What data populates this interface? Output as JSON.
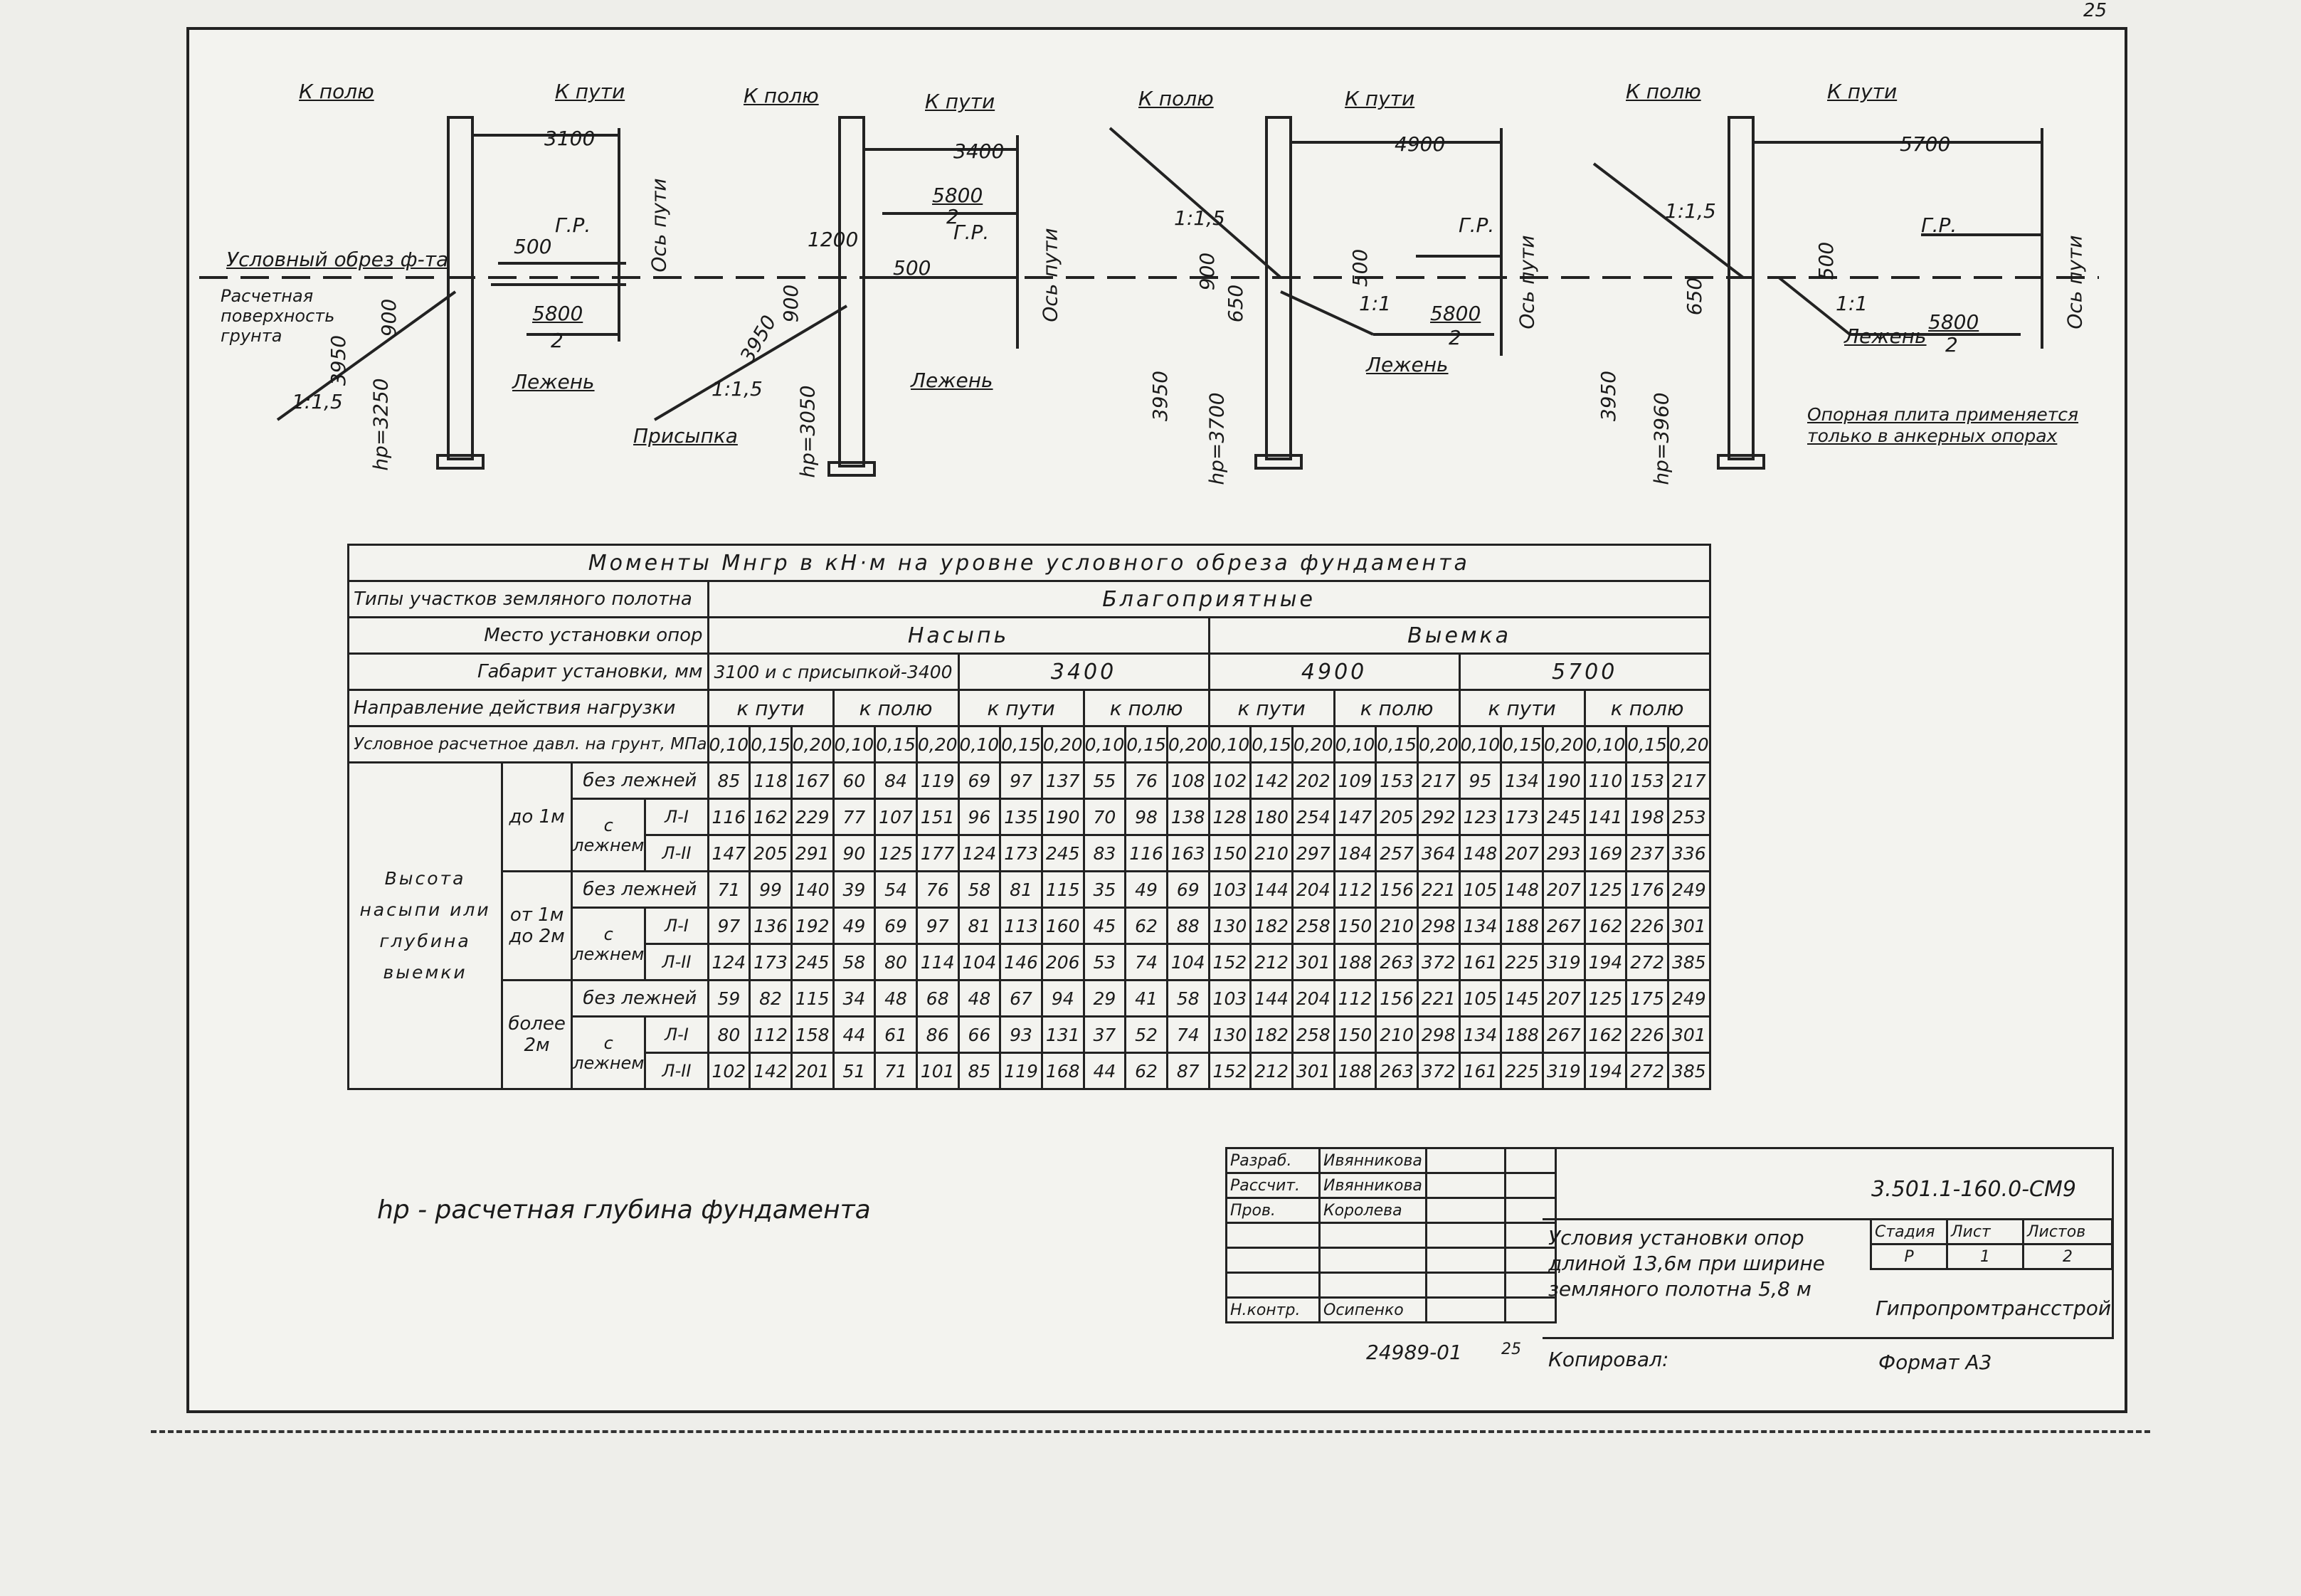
{
  "sheet_number": "25",
  "diagram": {
    "d1": {
      "to_field": "К полю",
      "to_track": "К пути",
      "gabarit": "3100",
      "cut_label": "Условный обрез ф-та",
      "gr": "Г.Р.",
      "dim500": "500",
      "surface_label": "Расчетная поверхность грунта",
      "half_width": "5800",
      "two": "2",
      "axis": "Ось пути",
      "sleeper": "Лежень",
      "slope": "1:1,5",
      "depth": "3950",
      "hp": "hp=3250",
      "dim900": "900"
    },
    "d2": {
      "to_field": "К полю",
      "to_track": "К пути",
      "gabarit": "3400",
      "half_width": "5800",
      "two": "2",
      "dim1200": "1200",
      "gr": "Г.Р.",
      "dim500": "500",
      "depth": "3950",
      "dim900": "900",
      "slope": "1:1,5",
      "hp": "hp=3050",
      "addon": "Присыпка",
      "sleeper": "Лежень",
      "axis": "Ось пути"
    },
    "d3": {
      "to_field": "К полю",
      "to_track": "К пути",
      "gabarit": "4900",
      "slope": "1:1,5",
      "gr": "Г.Р.",
      "dim500": "500",
      "dim900": "900",
      "dim650": "650",
      "cutslope": "1:1",
      "half_width": "5800",
      "two": "2",
      "sleeper": "Лежень",
      "depth": "3950",
      "hp": "hp=3700",
      "axis": "Ось пути"
    },
    "d4": {
      "to_field": "К полю",
      "to_track": "К пути",
      "gabarit": "5700",
      "slope": "1:1,5",
      "gr": "Г.Р.",
      "dim500": "500",
      "dim650": "650",
      "cutslope": "1:1",
      "half_width": "5800",
      "two": "2",
      "sleeper": "Лежень",
      "depth": "3950",
      "hp": "hp=3960",
      "axis": "Ось пути",
      "note": "Опорная плита применяется только в анкерных опорах"
    }
  },
  "table": {
    "title": "Моменты Мнгр в кН·м на уровне условного обреза фундамента",
    "row_type_label": "Типы участков земляного полотна",
    "row_type_value": "Благоприятные",
    "row_place_label": "Место установки опор",
    "embankment": "Насыпь",
    "cut": "Выемка",
    "row_gabarit_label": "Габарит установки, мм",
    "gabarits": [
      "3100 и с присыпкой-3400",
      "3400",
      "4900",
      "5700"
    ],
    "row_dir_label": "Направление действия нагрузки",
    "directions": [
      "к пути",
      "к полю",
      "к пути",
      "к полю",
      "к пути",
      "к полю",
      "к пути",
      "к полю"
    ],
    "row_pressure_label": "Условное расчетное давл. на грунт, МПа",
    "pressures": [
      "0,10",
      "0,15",
      "0,20"
    ],
    "side_label": "Высота насыпи или глубина выемки",
    "groups": [
      {
        "name": "до 1м",
        "rows": [
          {
            "label": "без лежней",
            "values": [
              "85",
              "118",
              "167",
              "60",
              "84",
              "119",
              "69",
              "97",
              "137",
              "55",
              "76",
              "108",
              "102",
              "142",
              "202",
              "109",
              "153",
              "217",
              "95",
              "134",
              "190",
              "110",
              "153",
              "217"
            ]
          },
          {
            "label": "с лежнем",
            "sub": "Л-I",
            "values": [
              "116",
              "162",
              "229",
              "77",
              "107",
              "151",
              "96",
              "135",
              "190",
              "70",
              "98",
              "138",
              "128",
              "180",
              "254",
              "147",
              "205",
              "292",
              "123",
              "173",
              "245",
              "141",
              "198",
              "253"
            ]
          },
          {
            "label": "",
            "sub": "Л-II",
            "values": [
              "147",
              "205",
              "291",
              "90",
              "125",
              "177",
              "124",
              "173",
              "245",
              "83",
              "116",
              "163",
              "150",
              "210",
              "297",
              "184",
              "257",
              "364",
              "148",
              "207",
              "293",
              "169",
              "237",
              "336"
            ]
          }
        ]
      },
      {
        "name": "от 1м до 2м",
        "rows": [
          {
            "label": "без лежней",
            "values": [
              "71",
              "99",
              "140",
              "39",
              "54",
              "76",
              "58",
              "81",
              "115",
              "35",
              "49",
              "69",
              "103",
              "144",
              "204",
              "112",
              "156",
              "221",
              "105",
              "148",
              "207",
              "125",
              "176",
              "249"
            ]
          },
          {
            "label": "с лежнем",
            "sub": "Л-I",
            "values": [
              "97",
              "136",
              "192",
              "49",
              "69",
              "97",
              "81",
              "113",
              "160",
              "45",
              "62",
              "88",
              "130",
              "182",
              "258",
              "150",
              "210",
              "298",
              "134",
              "188",
              "267",
              "162",
              "226",
              "301"
            ]
          },
          {
            "label": "",
            "sub": "Л-II",
            "values": [
              "124",
              "173",
              "245",
              "58",
              "80",
              "114",
              "104",
              "146",
              "206",
              "53",
              "74",
              "104",
              "152",
              "212",
              "301",
              "188",
              "263",
              "372",
              "161",
              "225",
              "319",
              "194",
              "272",
              "385"
            ]
          }
        ]
      },
      {
        "name": "более 2м",
        "rows": [
          {
            "label": "без лежней",
            "values": [
              "59",
              "82",
              "115",
              "34",
              "48",
              "68",
              "48",
              "67",
              "94",
              "29",
              "41",
              "58",
              "103",
              "144",
              "204",
              "112",
              "156",
              "221",
              "105",
              "145",
              "207",
              "125",
              "175",
              "249"
            ]
          },
          {
            "label": "с лежнем",
            "sub": "Л-I",
            "values": [
              "80",
              "112",
              "158",
              "44",
              "61",
              "86",
              "66",
              "93",
              "131",
              "37",
              "52",
              "74",
              "130",
              "182",
              "258",
              "150",
              "210",
              "298",
              "134",
              "188",
              "267",
              "162",
              "226",
              "301"
            ]
          },
          {
            "label": "",
            "sub": "Л-II",
            "values": [
              "102",
              "142",
              "201",
              "51",
              "71",
              "101",
              "85",
              "119",
              "168",
              "44",
              "62",
              "87",
              "152",
              "212",
              "301",
              "188",
              "263",
              "372",
              "161",
              "225",
              "319",
              "194",
              "272",
              "385"
            ]
          }
        ]
      }
    ]
  },
  "note": "hp - расчетная глубина фундамента",
  "title_block": {
    "roles": [
      "Разраб.",
      "Рассчит.",
      "Пров.",
      "",
      "",
      "",
      "Н.контр."
    ],
    "names": [
      "Ивянникова",
      "Ивянникова",
      "Королева",
      "",
      "",
      "",
      "Осипенко"
    ],
    "code": "3.501.1-160.0-СМ9",
    "description": "Условия установки опор длиной 13,6м при ширине земляного полотна 5,8 м",
    "stage_label": "Стадия",
    "sheet_label": "Лист",
    "sheets_label": "Листов",
    "stage": "Р",
    "sheet": "1",
    "sheets": "2",
    "org": "Гипропромтрансстрой",
    "inv": "24989-01",
    "inv_sheet": "25",
    "copied": "Копировал:",
    "format": "Формат А3"
  }
}
